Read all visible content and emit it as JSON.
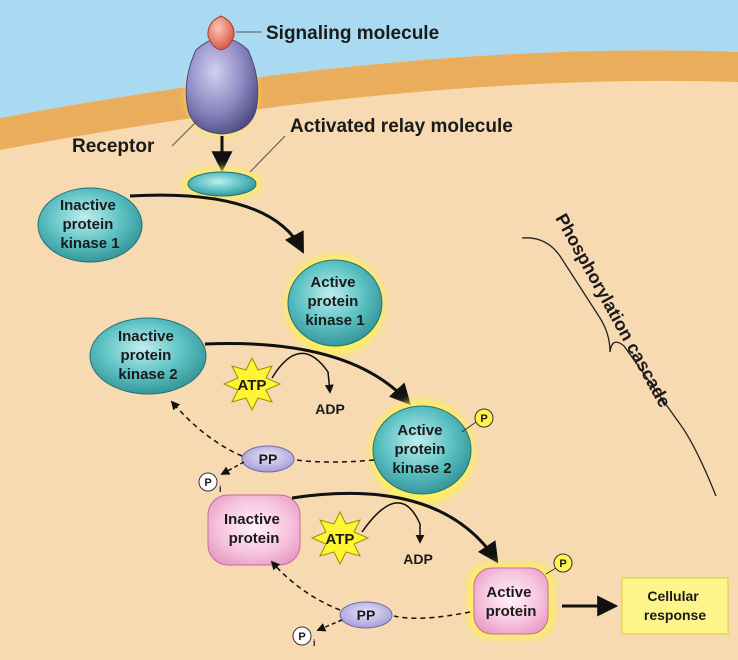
{
  "labels": {
    "signaling_molecule": "Signaling molecule",
    "receptor": "Receptor",
    "activated_relay": "Activated relay molecule",
    "phosphorylation_cascade": "Phosphorylation cascade",
    "cellular_response_1": "Cellular",
    "cellular_response_2": "response"
  },
  "nodes": {
    "inactive_kinase_1": [
      "Inactive",
      "protein",
      "kinase 1"
    ],
    "active_kinase_1": [
      "Active",
      "protein",
      "kinase 1"
    ],
    "inactive_kinase_2": [
      "Inactive",
      "protein",
      "kinase 2"
    ],
    "active_kinase_2": [
      "Active",
      "protein",
      "kinase 2"
    ],
    "inactive_protein": [
      "Inactive",
      "protein"
    ],
    "active_protein": [
      "Active",
      "protein"
    ]
  },
  "small_labels": {
    "atp": "ATP",
    "adp": "ADP",
    "pp": "PP",
    "p": "P",
    "i": "i"
  },
  "colors": {
    "extracellular": "#a9daf2",
    "membrane": "#e9ad5c",
    "cytoplasm": "#f7d9b2",
    "kinase_fill": "#49aeb0",
    "protein_fill": "#f2b8d6",
    "glow": "#fff34d",
    "atp_fill": "#fff533",
    "pp_fill": "#b9b3e2",
    "receptor_fill": "#7c78ae",
    "signal_fill": "#e66f58",
    "response_fill": "#fdf58a"
  }
}
